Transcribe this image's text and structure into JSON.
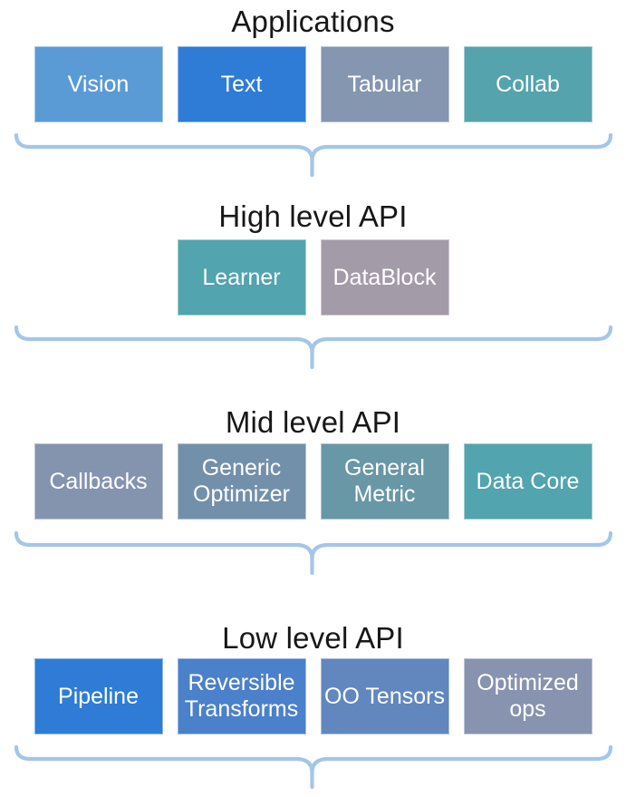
{
  "diagram": {
    "brace_color": "#A3C6E9",
    "title_color": "#171717",
    "sections": [
      {
        "title": "Applications",
        "boxes": [
          {
            "label": "Vision",
            "color": "#5B9BD5"
          },
          {
            "label": "Text",
            "color": "#2E7CD6"
          },
          {
            "label": "Tabular",
            "color": "#8496B0"
          },
          {
            "label": "Collab",
            "color": "#55A3AD"
          }
        ]
      },
      {
        "title": "High level API",
        "boxes": [
          {
            "label": "Learner",
            "color": "#52A4AE"
          },
          {
            "label": "DataBlock",
            "color": "#A49BA9"
          }
        ]
      },
      {
        "title": "Mid level API",
        "boxes": [
          {
            "label": "Callbacks",
            "color": "#8494AF"
          },
          {
            "label": "Generic Optimizer",
            "color": "#7390AA"
          },
          {
            "label": "General Metric",
            "color": "#6897A6"
          },
          {
            "label": "Data Core",
            "color": "#52A4AE"
          }
        ]
      },
      {
        "title": "Low level API",
        "boxes": [
          {
            "label": "Pipeline",
            "color": "#2E7CD6"
          },
          {
            "label": "Reversible Transforms",
            "color": "#4B80CB"
          },
          {
            "label": "OO Tensors",
            "color": "#6187BE"
          },
          {
            "label": "Optimized ops",
            "color": "#8793AF"
          }
        ]
      }
    ]
  }
}
